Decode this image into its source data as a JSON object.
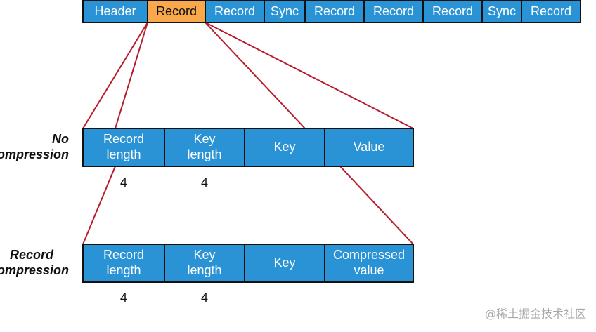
{
  "colors": {
    "box_fill": "#2a93d5",
    "box_highlight_fill": "#f9a84c",
    "box_stroke": "#111111",
    "connector": "#b71c2c"
  },
  "top_row": {
    "segments": [
      {
        "label": "Header"
      },
      {
        "label": "Record",
        "highlighted": true
      },
      {
        "label": "Record"
      },
      {
        "label": "Sync"
      },
      {
        "label": "Record"
      },
      {
        "label": "Record"
      },
      {
        "label": "Record"
      },
      {
        "label": "Sync"
      },
      {
        "label": "Record"
      }
    ]
  },
  "no_compression": {
    "label_line1": "No",
    "label_line2": "compression",
    "fields": [
      {
        "line1": "Record",
        "line2": "length",
        "size": "4"
      },
      {
        "line1": "Key",
        "line2": "length",
        "size": "4"
      },
      {
        "line1": "Key",
        "line2": "",
        "size": ""
      },
      {
        "line1": "Value",
        "line2": "",
        "size": ""
      }
    ]
  },
  "record_compression": {
    "label_line1": "Record",
    "label_line2": "compression",
    "fields": [
      {
        "line1": "Record",
        "line2": "length",
        "size": "4"
      },
      {
        "line1": "Key",
        "line2": "length",
        "size": "4"
      },
      {
        "line1": "Key",
        "line2": "",
        "size": ""
      },
      {
        "line1": "Compressed",
        "line2": "value",
        "size": ""
      }
    ]
  },
  "watermark": "@稀土掘金技术社区"
}
